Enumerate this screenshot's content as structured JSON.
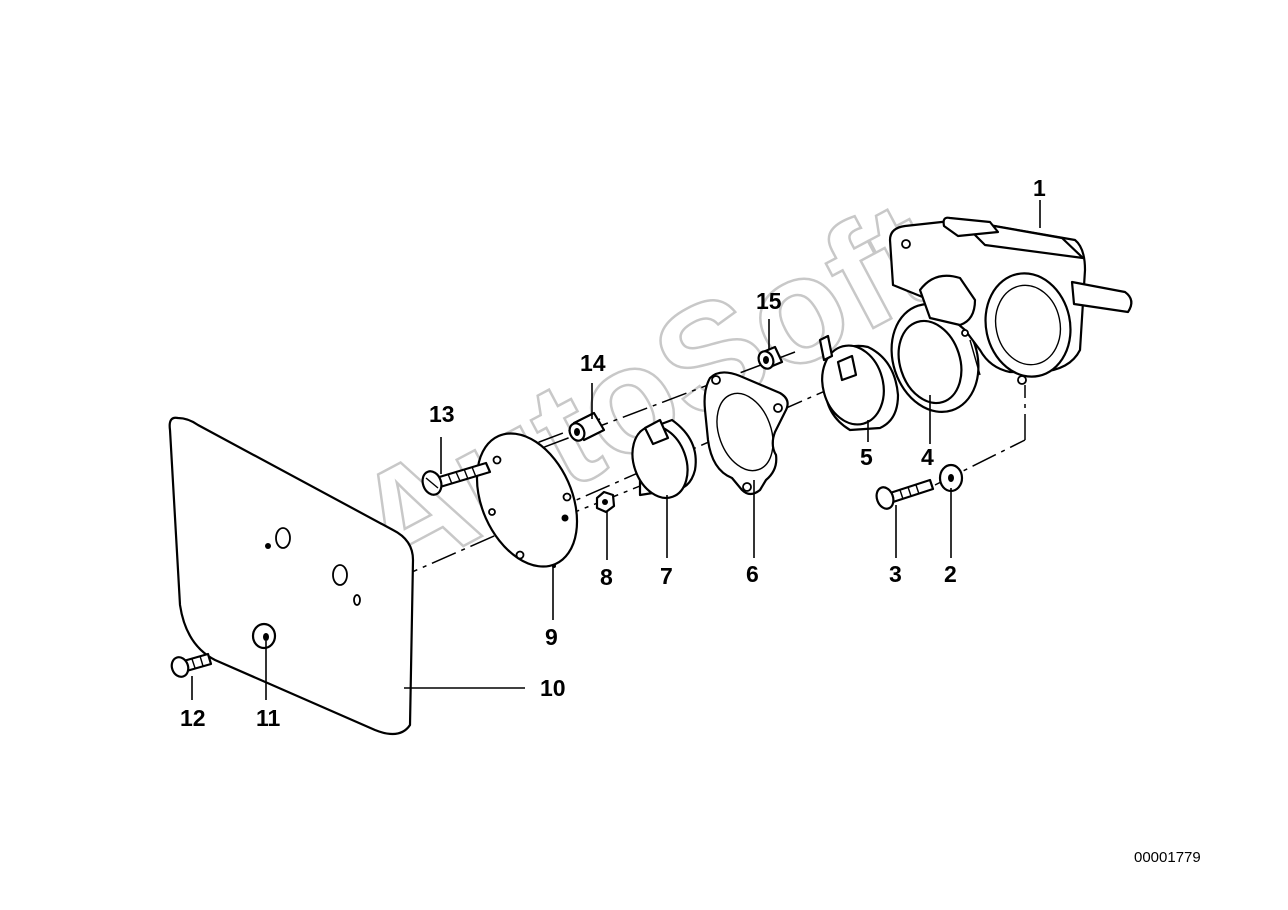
{
  "diagram": {
    "document_number": "00001779",
    "watermark": "AutoSoft",
    "callouts": [
      "1",
      "2",
      "3",
      "4",
      "5",
      "6",
      "7",
      "8",
      "9",
      "10",
      "11",
      "12",
      "13",
      "14",
      "15"
    ]
  }
}
